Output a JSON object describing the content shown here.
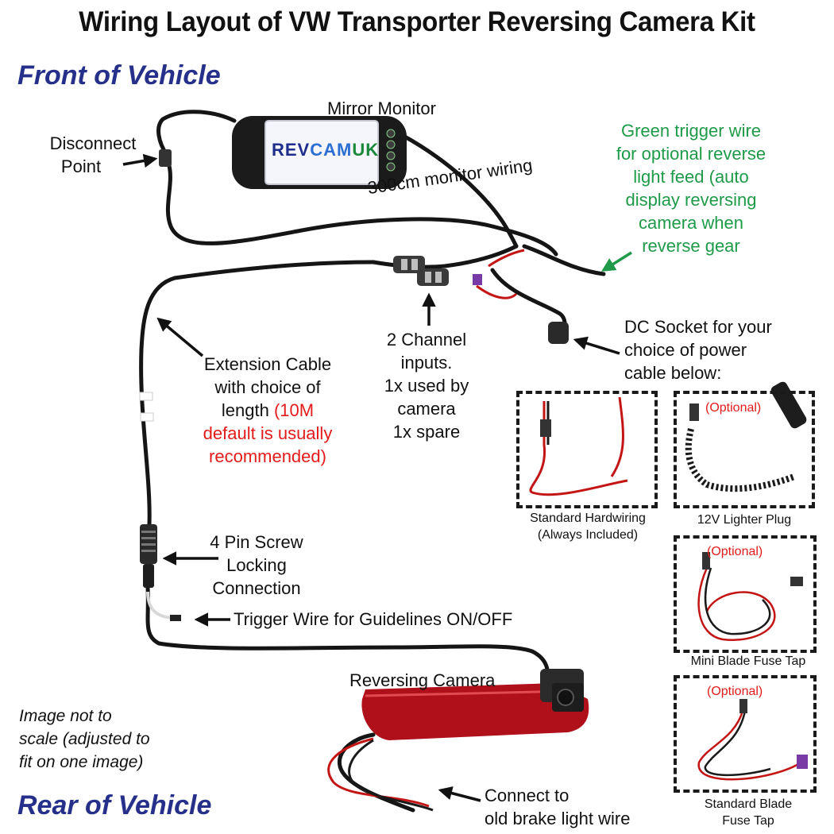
{
  "title": "Wiring Layout of VW Transporter Reversing Camera Kit",
  "front_heading": "Front of Vehicle",
  "rear_heading": "Rear of Vehicle",
  "labels": {
    "mirror_monitor": "Mirror Monitor",
    "disconnect_1": "Disconnect",
    "disconnect_2": "Point",
    "monitor_wiring": "300cm monitor wiring",
    "green_trigger": [
      "Green trigger wire",
      "for optional reverse",
      "light feed (auto",
      "display reversing",
      "camera when",
      "reverse gear"
    ],
    "two_channel": [
      "2 Channel",
      "inputs.",
      "1x used by",
      "camera",
      "1x spare"
    ],
    "dc_socket": [
      "DC Socket for your",
      "choice of power",
      "cable below:"
    ],
    "extension_black": [
      "Extension Cable",
      "with choice of",
      "length "
    ],
    "extension_red_inline": "(10M",
    "extension_red": [
      "default is usually",
      "recommended)"
    ],
    "four_pin": [
      "4 Pin Screw",
      "Locking",
      "Connection"
    ],
    "trigger_guidelines": "Trigger Wire for Guidelines ON/OFF",
    "reversing_camera": "Reversing Camera",
    "not_to_scale": [
      "Image not to",
      "scale (adjusted to",
      "fit on one image)"
    ],
    "brake_light": [
      "Connect to",
      "old brake light wire"
    ]
  },
  "screen_logo": {
    "part_a": "REV",
    "part_b": "CAM",
    "part_c": "UK"
  },
  "power_options": [
    {
      "caption": [
        "Standard Hardwiring",
        "(Always Included)"
      ],
      "optional": ""
    },
    {
      "caption": [
        "12V Lighter Plug"
      ],
      "optional": "(Optional)"
    },
    {
      "caption": [
        "Mini Blade Fuse Tap"
      ],
      "optional": "(Optional)"
    },
    {
      "caption": [
        "Standard Blade",
        "Fuse Tap"
      ],
      "optional": "(Optional)"
    }
  ],
  "colors": {
    "heading": "#26308a",
    "red_text": "#e31b1b",
    "green_text": "#1e9a48",
    "cable": "#151515",
    "red_wire": "#c41515",
    "camera_red": "#b0101a"
  }
}
